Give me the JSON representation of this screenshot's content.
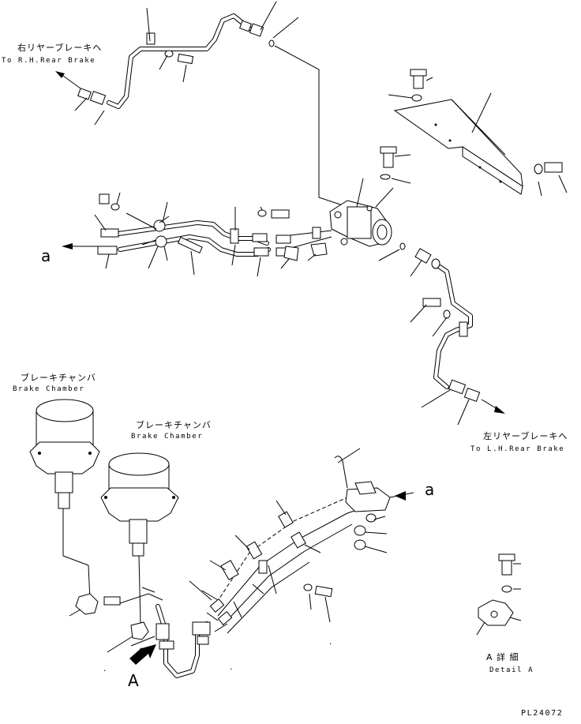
{
  "labels": {
    "rh_rear_brake_jp": "右リヤーブレーキへ",
    "rh_rear_brake_en": "To R.H.Rear Brake",
    "lh_rear_brake_jp": "左リヤーブレーキへ",
    "lh_rear_brake_en": "To L.H.Rear Brake",
    "brake_chamber_left_jp": "ブレーキチャンバ",
    "brake_chamber_left_en": "Brake Chamber",
    "brake_chamber_right_jp": "ブレーキチャンバ",
    "brake_chamber_right_en": "Brake Chamber",
    "detail_a_jp": "A 詳 細",
    "detail_a_en": "Detail A",
    "view_a": "A",
    "ref_a_top": "a",
    "ref_a_bottom": "a",
    "drawing_number": "PL24072"
  }
}
